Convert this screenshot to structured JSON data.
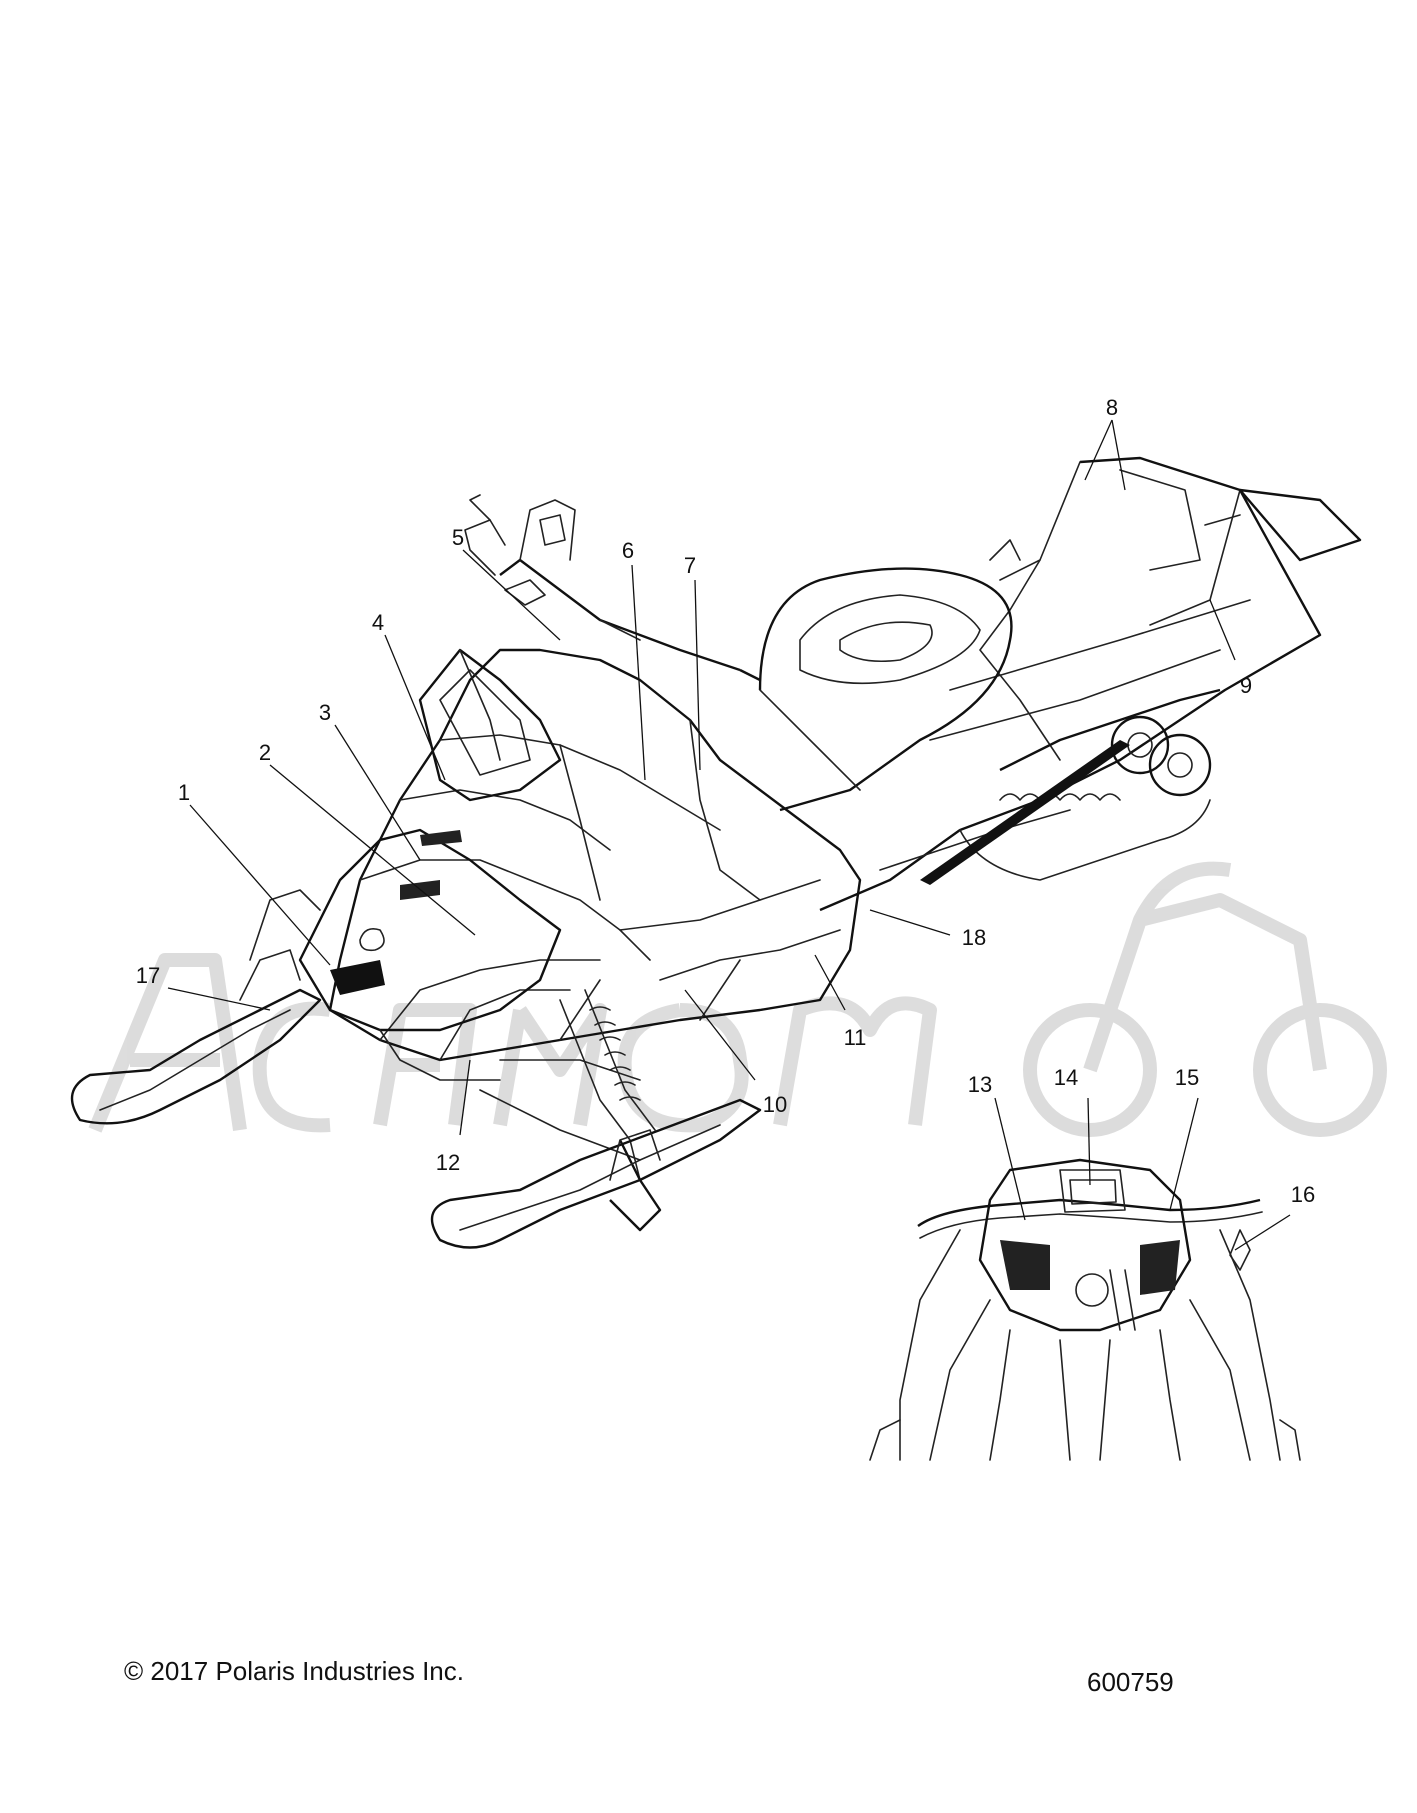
{
  "footer": {
    "copyright": "© 2017 Polaris Industries Inc.",
    "diagram_number": "600759"
  },
  "callouts": [
    "1",
    "2",
    "3",
    "4",
    "5",
    "6",
    "7",
    "8",
    "9",
    "10",
    "11",
    "12",
    "13",
    "14",
    "15",
    "16",
    "17",
    "18"
  ]
}
